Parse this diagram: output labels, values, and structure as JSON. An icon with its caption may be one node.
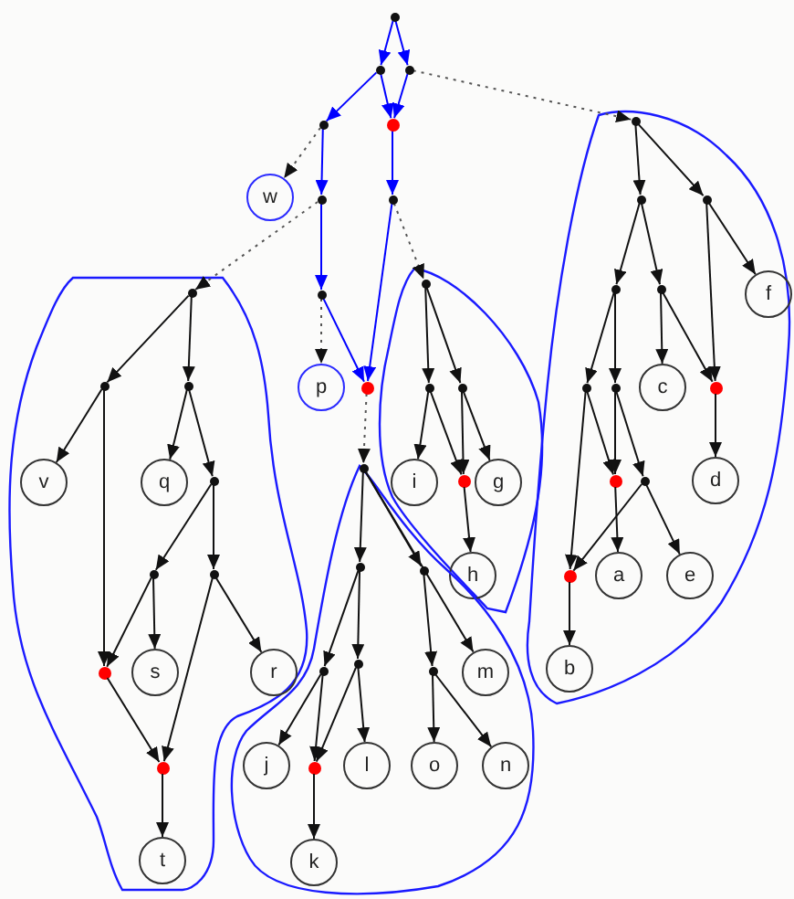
{
  "diagram": {
    "nodes": [
      {
        "text": [],
        "shape": "point"
      },
      {
        "text": [],
        "shape": "point"
      },
      {
        "text": [],
        "shape": "point"
      },
      {
        "text": [],
        "shape": "point"
      },
      {
        "text": [],
        "shape": "dot"
      },
      {
        "text": [
          "w"
        ]
      },
      {
        "text": [],
        "shape": "point"
      },
      {
        "text": [],
        "shape": "point"
      },
      {
        "text": [],
        "shape": "point"
      },
      {
        "text": [
          "p"
        ]
      },
      {
        "text": [],
        "shape": "dot"
      },
      {
        "text": [],
        "shape": "blob"
      },
      {
        "text": [],
        "shape": "point",
        "in": 11
      },
      {
        "text": [],
        "shape": "point",
        "in": 11
      },
      {
        "text": [],
        "shape": "point",
        "in": 11
      },
      {
        "text": [
          "v"
        ],
        "in": 11
      },
      {
        "text": [
          "q"
        ],
        "in": 11
      },
      {
        "text": [],
        "shape": "point",
        "in": 11
      },
      {
        "text": [],
        "shape": "point",
        "in": 11
      },
      {
        "text": [],
        "shape": "point",
        "in": 11
      },
      {
        "text": [],
        "shape": "dot",
        "in": 11
      },
      {
        "text": [
          "s"
        ],
        "in": 11
      },
      {
        "text": [
          "r"
        ],
        "in": 11
      },
      {
        "text": [],
        "shape": "dot",
        "in": 11
      },
      {
        "text": [
          "t"
        ],
        "in": 11
      },
      {
        "text": [],
        "shape": "blob"
      },
      {
        "text": [],
        "shape": "point",
        "in": 25
      },
      {
        "text": [],
        "shape": "point",
        "in": 25
      },
      {
        "text": [],
        "shape": "point",
        "in": 25
      },
      {
        "text": [
          "i"
        ],
        "in": 25
      },
      {
        "text": [],
        "shape": "dot",
        "in": 25
      },
      {
        "text": [
          "g"
        ],
        "in": 25
      },
      {
        "text": [
          "h"
        ],
        "in": 25
      },
      {
        "text": [],
        "shape": "blob"
      },
      {
        "text": [],
        "shape": "point",
        "in": 33
      },
      {
        "text": [],
        "shape": "point",
        "in": 33
      },
      {
        "text": [],
        "shape": "point",
        "in": 33
      },
      {
        "text": [
          "f"
        ],
        "in": 33
      },
      {
        "text": [],
        "shape": "point",
        "in": 33
      },
      {
        "text": [],
        "shape": "point",
        "in": 33
      },
      {
        "text": [
          "c"
        ],
        "in": 33
      },
      {
        "text": [],
        "shape": "dot",
        "in": 33
      },
      {
        "text": [],
        "shape": "point",
        "in": 33
      },
      {
        "text": [],
        "shape": "point",
        "in": 33
      },
      {
        "text": [
          "d"
        ],
        "in": 33
      },
      {
        "text": [],
        "shape": "dot",
        "in": 33
      },
      {
        "text": [],
        "shape": "point",
        "in": 33
      },
      {
        "text": [],
        "shape": "dot",
        "in": 33
      },
      {
        "text": [
          "a"
        ],
        "in": 33
      },
      {
        "text": [
          "e"
        ],
        "in": 33
      },
      {
        "text": [
          "b"
        ],
        "in": 33
      },
      {
        "text": [],
        "shape": "blob"
      },
      {
        "text": [],
        "shape": "point",
        "in": 51
      },
      {
        "text": [],
        "shape": "point",
        "in": 51
      },
      {
        "text": [],
        "shape": "point",
        "in": 51
      },
      {
        "text": [],
        "shape": "point",
        "in": 51
      },
      {
        "text": [],
        "shape": "point",
        "in": 51
      },
      {
        "text": [],
        "shape": "point",
        "in": 51
      },
      {
        "text": [
          "m"
        ],
        "in": 51
      },
      {
        "text": [
          "j"
        ],
        "in": 51
      },
      {
        "text": [],
        "shape": "dot",
        "in": 51
      },
      {
        "text": [
          "l"
        ],
        "in": 51
      },
      {
        "text": [
          "o"
        ],
        "in": 51
      },
      {
        "text": [
          "n"
        ],
        "in": 51
      },
      {
        "text": [
          "k"
        ],
        "in": 51
      }
    ],
    "edges": [
      {
        "from": 0,
        "to": 1,
        "arrow": "to",
        "color": "#0000ff"
      },
      {
        "from": 0,
        "to": 2,
        "arrow": "to",
        "color": "#0000ff"
      },
      {
        "from": 1,
        "to": 3,
        "arrow": "to",
        "color": "#0000ff"
      },
      {
        "from": 1,
        "to": 4,
        "arrow": "to",
        "color": "#0000ff"
      },
      {
        "from": 2,
        "to": 4,
        "arrow": "to",
        "color": "#0000ff"
      },
      {
        "from": 3,
        "to": 6,
        "arrow": "to",
        "color": "#0000ff"
      },
      {
        "from": 4,
        "to": 7,
        "arrow": "to",
        "color": "#0000ff"
      },
      {
        "from": 6,
        "to": 8,
        "arrow": "to",
        "color": "#0000ff"
      },
      {
        "from": 7,
        "to": 10,
        "arrow": "to",
        "color": "#0000ff"
      },
      {
        "from": 8,
        "to": 10,
        "arrow": "to",
        "color": "#0000ff"
      },
      {
        "from": 2,
        "to": 34,
        "arrow": "to",
        "style": "dashed"
      },
      {
        "from": 3,
        "to": 5,
        "arrow": "to",
        "style": "dashed"
      },
      {
        "from": 6,
        "to": 12,
        "arrow": "to",
        "style": "dashed"
      },
      {
        "from": 7,
        "to": 26,
        "arrow": "to",
        "style": "dashed"
      },
      {
        "from": 8,
        "to": 9,
        "arrow": "to",
        "style": "dashed"
      },
      {
        "from": 10,
        "to": 52,
        "arrow": "to",
        "style": "dashed"
      },
      {
        "from": 12,
        "to": 13,
        "arrow": "to"
      },
      {
        "from": 12,
        "to": 14,
        "arrow": "to"
      },
      {
        "from": 13,
        "to": 15,
        "arrow": "to"
      },
      {
        "from": 13,
        "to": 20,
        "arrow": "to"
      },
      {
        "from": 14,
        "to": 16,
        "arrow": "to"
      },
      {
        "from": 14,
        "to": 17,
        "arrow": "to"
      },
      {
        "from": 17,
        "to": 18,
        "arrow": "to"
      },
      {
        "from": 17,
        "to": 19,
        "arrow": "to"
      },
      {
        "from": 18,
        "to": 20,
        "arrow": "to"
      },
      {
        "from": 18,
        "to": 21,
        "arrow": "to"
      },
      {
        "from": 19,
        "to": 22,
        "arrow": "to"
      },
      {
        "from": 19,
        "to": 23,
        "arrow": "to"
      },
      {
        "from": 20,
        "to": 23,
        "arrow": "to"
      },
      {
        "from": 23,
        "to": 24,
        "arrow": "to"
      },
      {
        "from": 26,
        "to": 27,
        "arrow": "to"
      },
      {
        "from": 26,
        "to": 28,
        "arrow": "to"
      },
      {
        "from": 27,
        "to": 29,
        "arrow": "to"
      },
      {
        "from": 27,
        "to": 30,
        "arrow": "to"
      },
      {
        "from": 28,
        "to": 30,
        "arrow": "to"
      },
      {
        "from": 28,
        "to": 31,
        "arrow": "to"
      },
      {
        "from": 30,
        "to": 32,
        "arrow": "to"
      },
      {
        "from": 34,
        "to": 35,
        "arrow": "to"
      },
      {
        "from": 34,
        "to": 36,
        "arrow": "to"
      },
      {
        "from": 36,
        "to": 37,
        "arrow": "to"
      },
      {
        "from": 36,
        "to": 41,
        "arrow": "to"
      },
      {
        "from": 35,
        "to": 38,
        "arrow": "to"
      },
      {
        "from": 35,
        "to": 39,
        "arrow": "to"
      },
      {
        "from": 39,
        "to": 40,
        "arrow": "to"
      },
      {
        "from": 39,
        "to": 41,
        "arrow": "to"
      },
      {
        "from": 41,
        "to": 44,
        "arrow": "to"
      },
      {
        "from": 38,
        "to": 42,
        "arrow": "to"
      },
      {
        "from": 38,
        "to": 43,
        "arrow": "to"
      },
      {
        "from": 42,
        "to": 47,
        "arrow": "to"
      },
      {
        "from": 42,
        "to": 45,
        "arrow": "to"
      },
      {
        "from": 43,
        "to": 45,
        "arrow": "to"
      },
      {
        "from": 43,
        "to": 46,
        "arrow": "to"
      },
      {
        "from": 46,
        "to": 47,
        "arrow": "to"
      },
      {
        "from": 46,
        "to": 49,
        "arrow": "to"
      },
      {
        "from": 45,
        "to": 48,
        "arrow": "to"
      },
      {
        "from": 47,
        "to": 50,
        "arrow": "to"
      },
      {
        "from": 52,
        "to": 53,
        "arrow": "to"
      },
      {
        "from": 52,
        "to": 54,
        "arrow": "to"
      },
      {
        "from": 52,
        "to": 58,
        "arrow": "to"
      },
      {
        "from": 53,
        "to": 55,
        "arrow": "to"
      },
      {
        "from": 53,
        "to": 56,
        "arrow": "to"
      },
      {
        "from": 55,
        "to": 59,
        "arrow": "to"
      },
      {
        "from": 55,
        "to": 60,
        "arrow": "to"
      },
      {
        "from": 56,
        "to": 60,
        "arrow": "to"
      },
      {
        "from": 56,
        "to": 61,
        "arrow": "to"
      },
      {
        "from": 54,
        "to": 57,
        "arrow": "to"
      },
      {
        "from": 57,
        "to": 62,
        "arrow": "to"
      },
      {
        "from": 57,
        "to": 63,
        "arrow": "to"
      },
      {
        "from": 60,
        "to": 64,
        "arrow": "to"
      }
    ]
  }
}
